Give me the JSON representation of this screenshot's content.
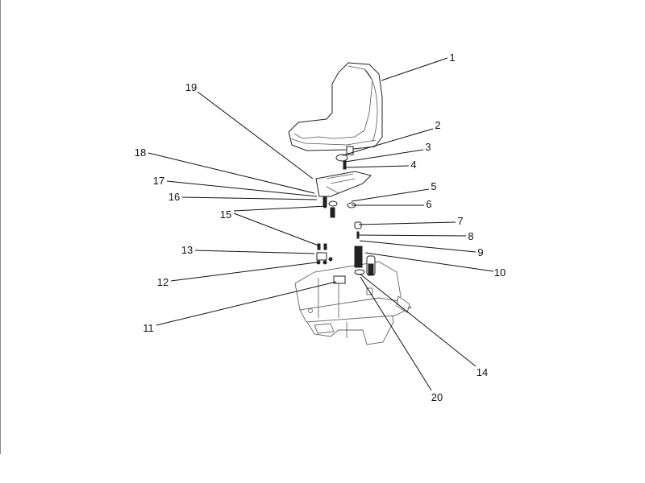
{
  "diagram": {
    "title_visible": false,
    "callouts": [
      {
        "id": "1"
      },
      {
        "id": "2"
      },
      {
        "id": "3"
      },
      {
        "id": "4"
      },
      {
        "id": "5"
      },
      {
        "id": "6"
      },
      {
        "id": "7"
      },
      {
        "id": "8"
      },
      {
        "id": "9"
      },
      {
        "id": "10"
      },
      {
        "id": "11"
      },
      {
        "id": "12"
      },
      {
        "id": "13"
      },
      {
        "id": "14"
      },
      {
        "id": "15"
      },
      {
        "id": "16"
      },
      {
        "id": "17"
      },
      {
        "id": "18"
      },
      {
        "id": "19"
      },
      {
        "id": "20"
      }
    ]
  }
}
